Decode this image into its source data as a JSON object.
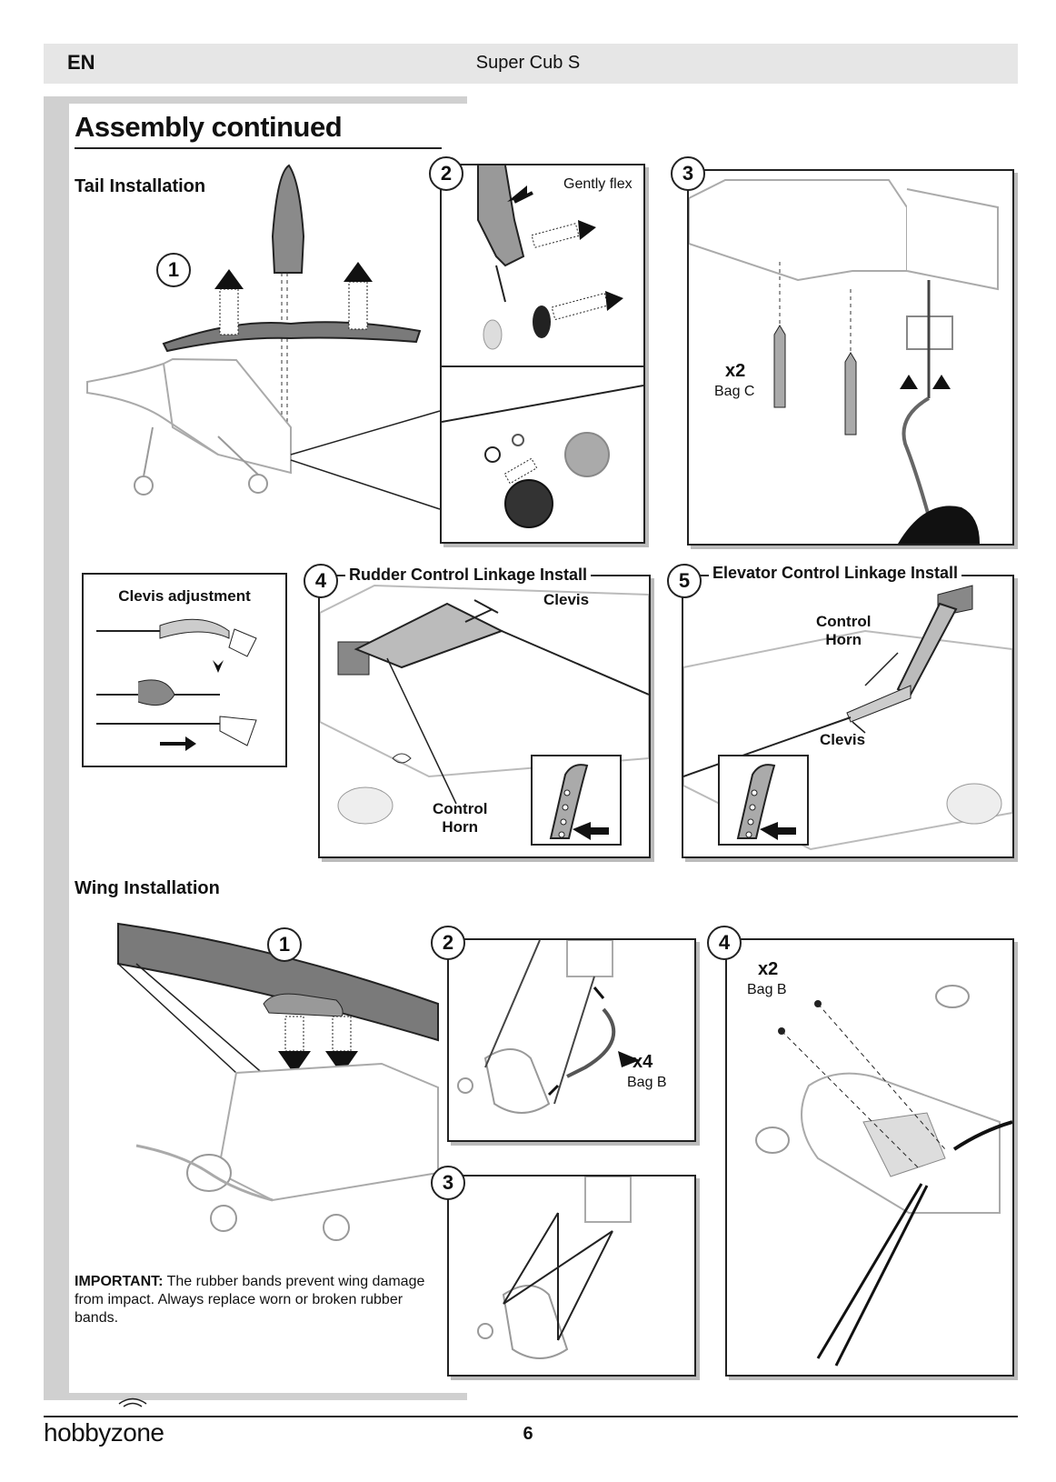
{
  "header": {
    "lang": "EN",
    "title": "Super Cub S"
  },
  "section_title": "Assembly continued",
  "tail": {
    "title": "Tail Installation",
    "step1": "1",
    "step2": {
      "num": "2",
      "label": "Gently flex"
    },
    "step3": {
      "num": "3",
      "qty": "x2",
      "bag": "Bag C"
    }
  },
  "clevis_box": {
    "title": "Clevis adjustment"
  },
  "rudder": {
    "num": "4",
    "title": "Rudder Control Linkage Install",
    "clevis": "Clevis",
    "horn_line1": "Control",
    "horn_line2": "Horn"
  },
  "elevator": {
    "num": "5",
    "title": "Elevator Control Linkage Install",
    "horn_line1": "Control",
    "horn_line2": "Horn",
    "clevis": "Clevis"
  },
  "wing": {
    "title": "Wing Installation",
    "step1": "1",
    "step2": {
      "num": "2",
      "qty": "x4",
      "bag": "Bag B"
    },
    "step3": "3",
    "step4": {
      "num": "4",
      "qty": "x2",
      "bag": "Bag B"
    }
  },
  "note": {
    "bold": "IMPORTANT:",
    "text": " The rubber bands prevent wing damage from impact. Always replace worn or broken rubber bands."
  },
  "footer": {
    "logo": "hobbyzone",
    "page": "6"
  },
  "colors": {
    "header_bg": "#e6e6e6",
    "sidebar": "#d0d0d0",
    "ink": "#222222"
  }
}
